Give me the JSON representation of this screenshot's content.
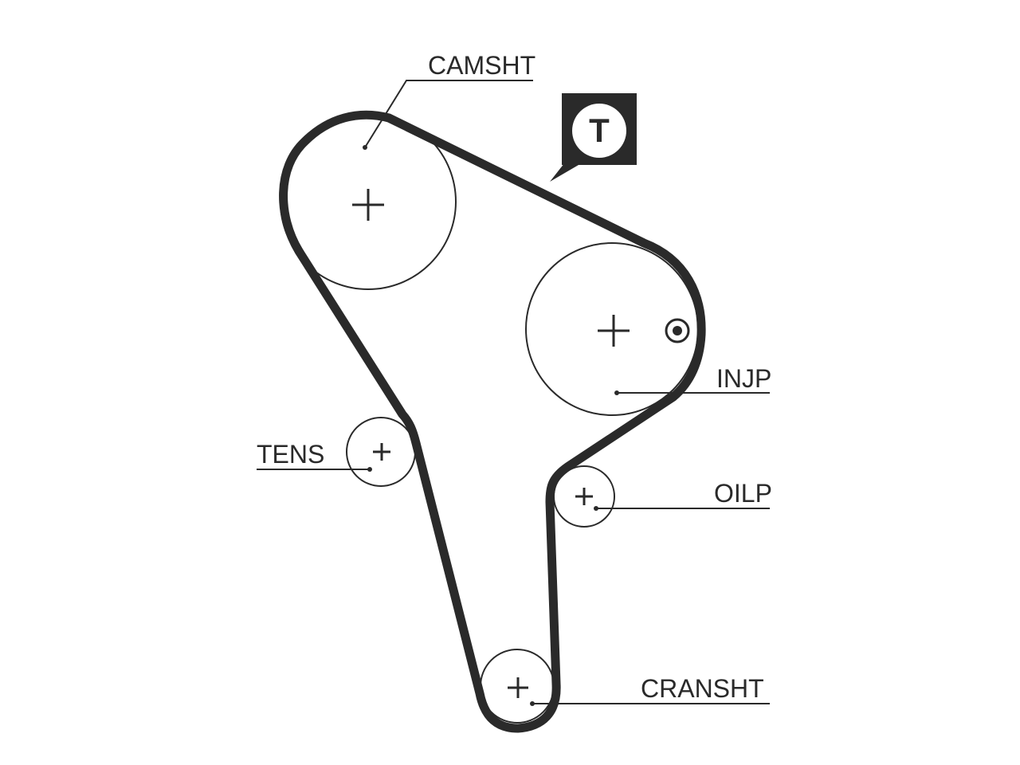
{
  "labels": {
    "camshaft": "CAMSHT",
    "injection_pump": "INJP",
    "tensioner": "TENS",
    "oil_pump": "OILP",
    "crankshaft": "CRANSHT"
  },
  "badge": {
    "letter": "T",
    "meaning": "tensioner"
  },
  "colors": {
    "ink": "#2a2a2a",
    "background": "#ffffff"
  },
  "icons": [
    "center-cross-icon",
    "timing-mark-icon",
    "tensioner-badge-icon"
  ]
}
